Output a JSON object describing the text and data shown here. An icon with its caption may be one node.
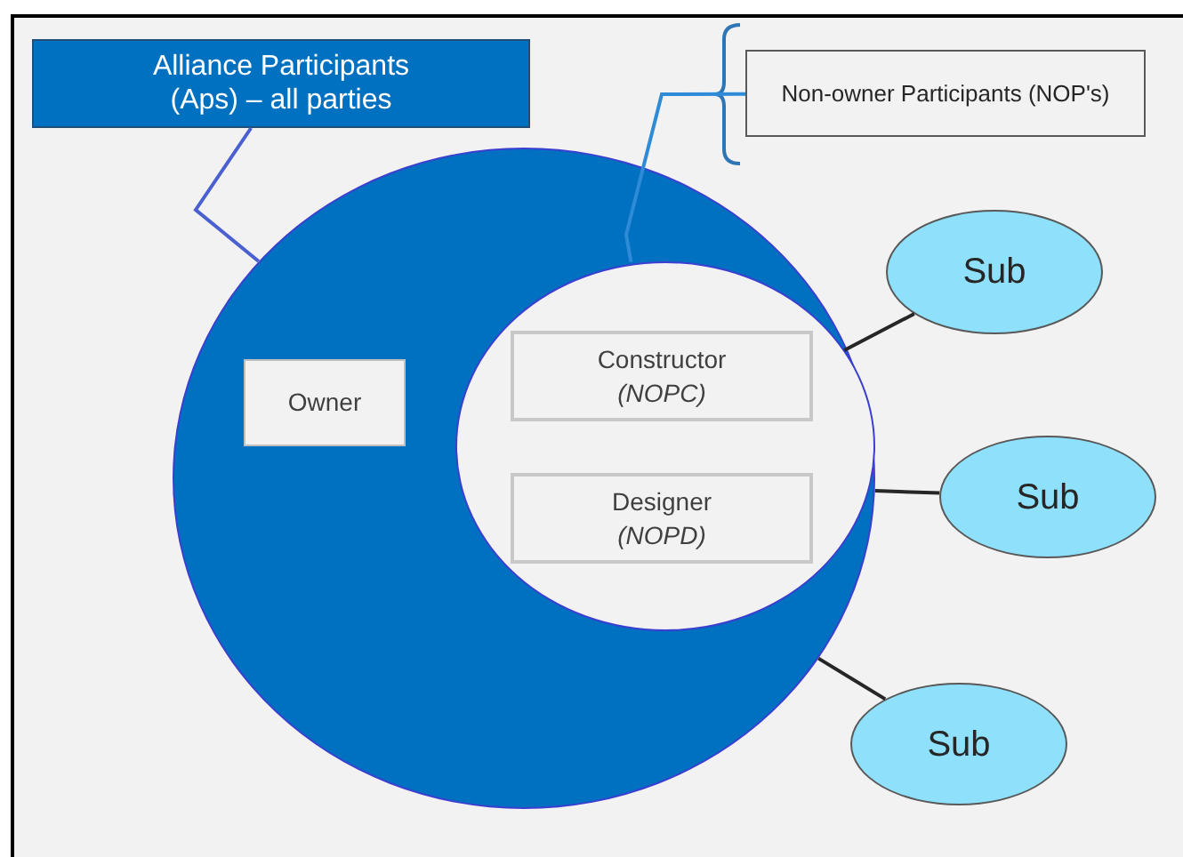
{
  "diagram": {
    "nodes": [
      {
        "text": [
          "Alliance Participants (Aps) – all parties"
        ]
      },
      {
        "text": [
          "Non-owner Participants (NOP's)"
        ]
      },
      {
        "text": [],
        "shape": "circle"
      },
      {
        "text": [
          "Owner"
        ],
        "in": 2
      },
      {
        "text": [],
        "shape": "circle",
        "in": 2
      },
      {
        "text": [
          "Constructor",
          "(NOPC)"
        ],
        "in": 4
      },
      {
        "text": [
          "Designer",
          "(NOPD)"
        ],
        "in": 4
      },
      {
        "text": [
          "Sub"
        ]
      },
      {
        "text": [
          "Sub"
        ]
      },
      {
        "text": [
          "Sub"
        ]
      }
    ],
    "edges": [
      {
        "from": 0,
        "to": 2,
        "arrow": "none",
        "color": "#4a5fd0"
      },
      {
        "from": 1,
        "to": 4,
        "arrow": "none",
        "color": "#2e8bd8"
      },
      {
        "from": 4,
        "to": 7,
        "arrow": "none"
      },
      {
        "from": 2,
        "to": 8,
        "arrow": "none"
      },
      {
        "from": 2,
        "to": 9,
        "arrow": "none"
      }
    ]
  }
}
